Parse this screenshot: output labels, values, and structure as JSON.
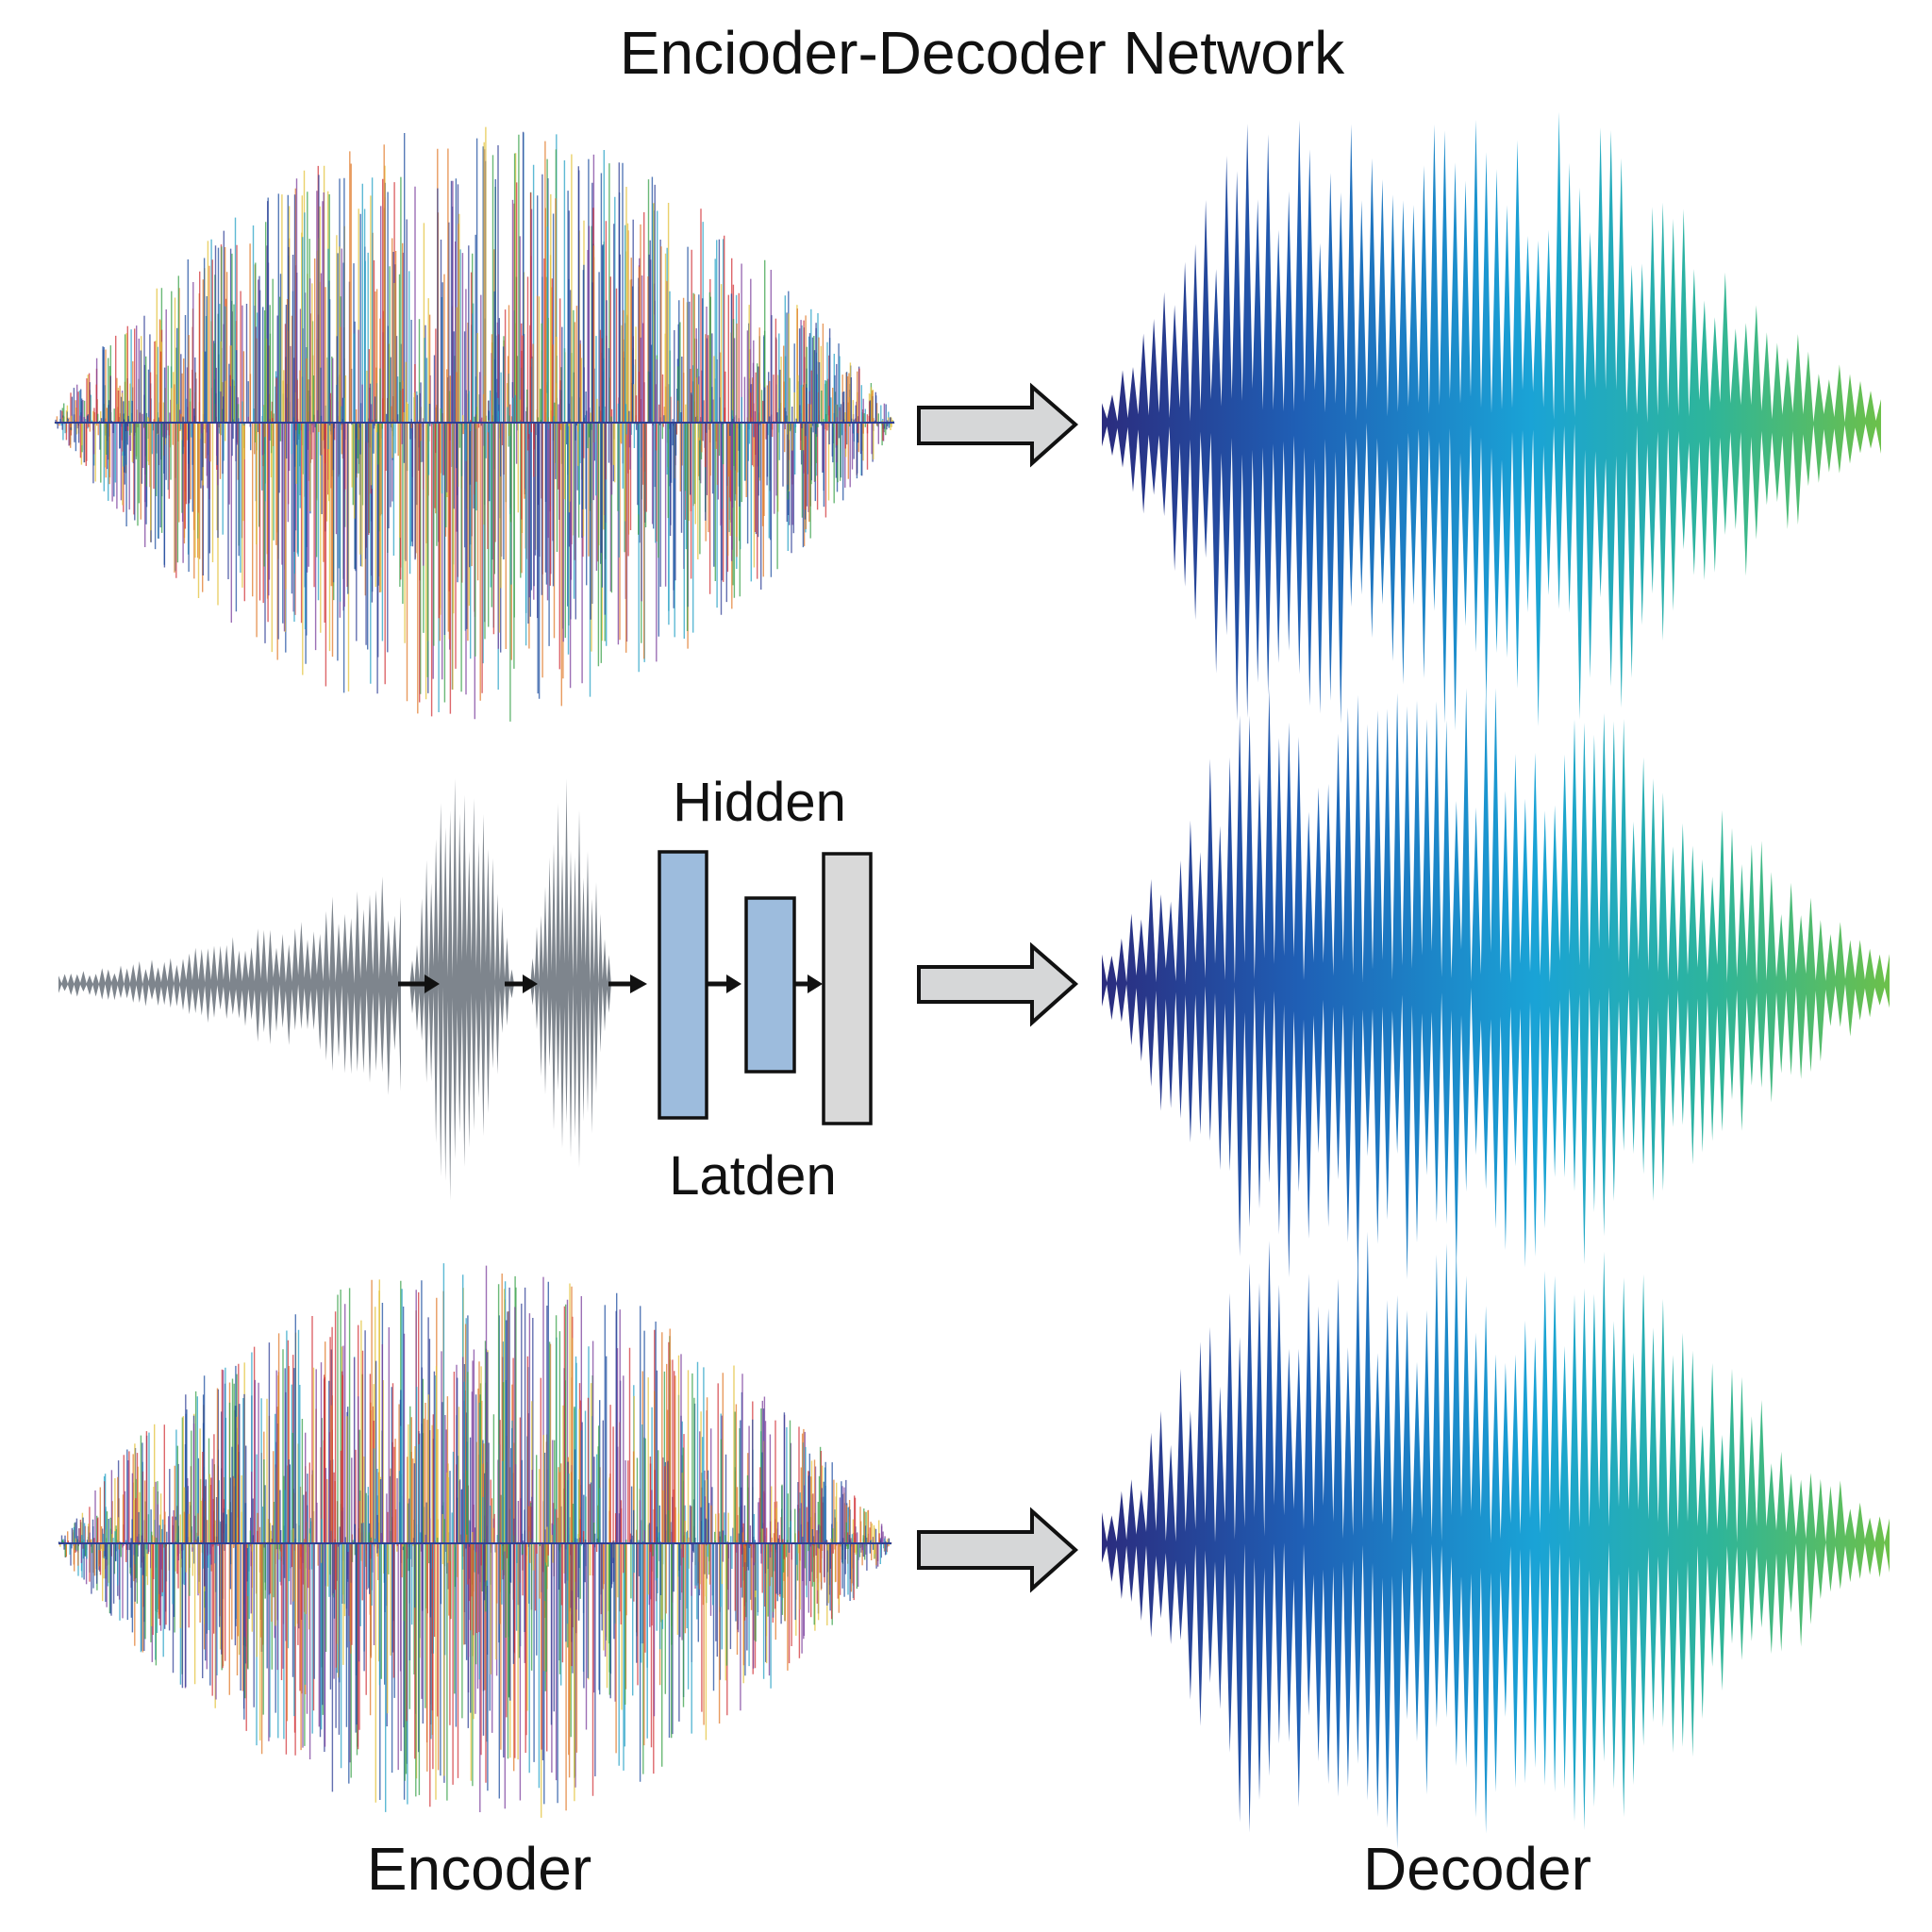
{
  "title": "Encioder-Decoder Network",
  "labels": {
    "hidden": "Hidden",
    "latent": "Latden",
    "encoder": "Encoder",
    "decoder": "Decoder"
  },
  "colors": {
    "text": "#111111",
    "arrow_fill": "#d6d7d8",
    "arrow_stroke": "#111111",
    "hidden_layer_fill": "#9dbcdd",
    "latent_box_fill": "#d9d9d9",
    "box_stroke": "#111111",
    "gray_wave": "#7e858d",
    "decoder_gradient": [
      "#2b2c7e",
      "#1f5fb5",
      "#1aa3d6",
      "#2eb59a",
      "#6cc04a"
    ],
    "noise_palette": [
      "#1f4fa0",
      "#2f3f95",
      "#d2343a",
      "#3aa14a",
      "#e3c23a",
      "#27a2c6",
      "#7b3f9c",
      "#e07a2a"
    ]
  },
  "icons": {
    "flow_arrow": "block-right-arrow",
    "pipeline_arrow": "small-right-arrow"
  }
}
